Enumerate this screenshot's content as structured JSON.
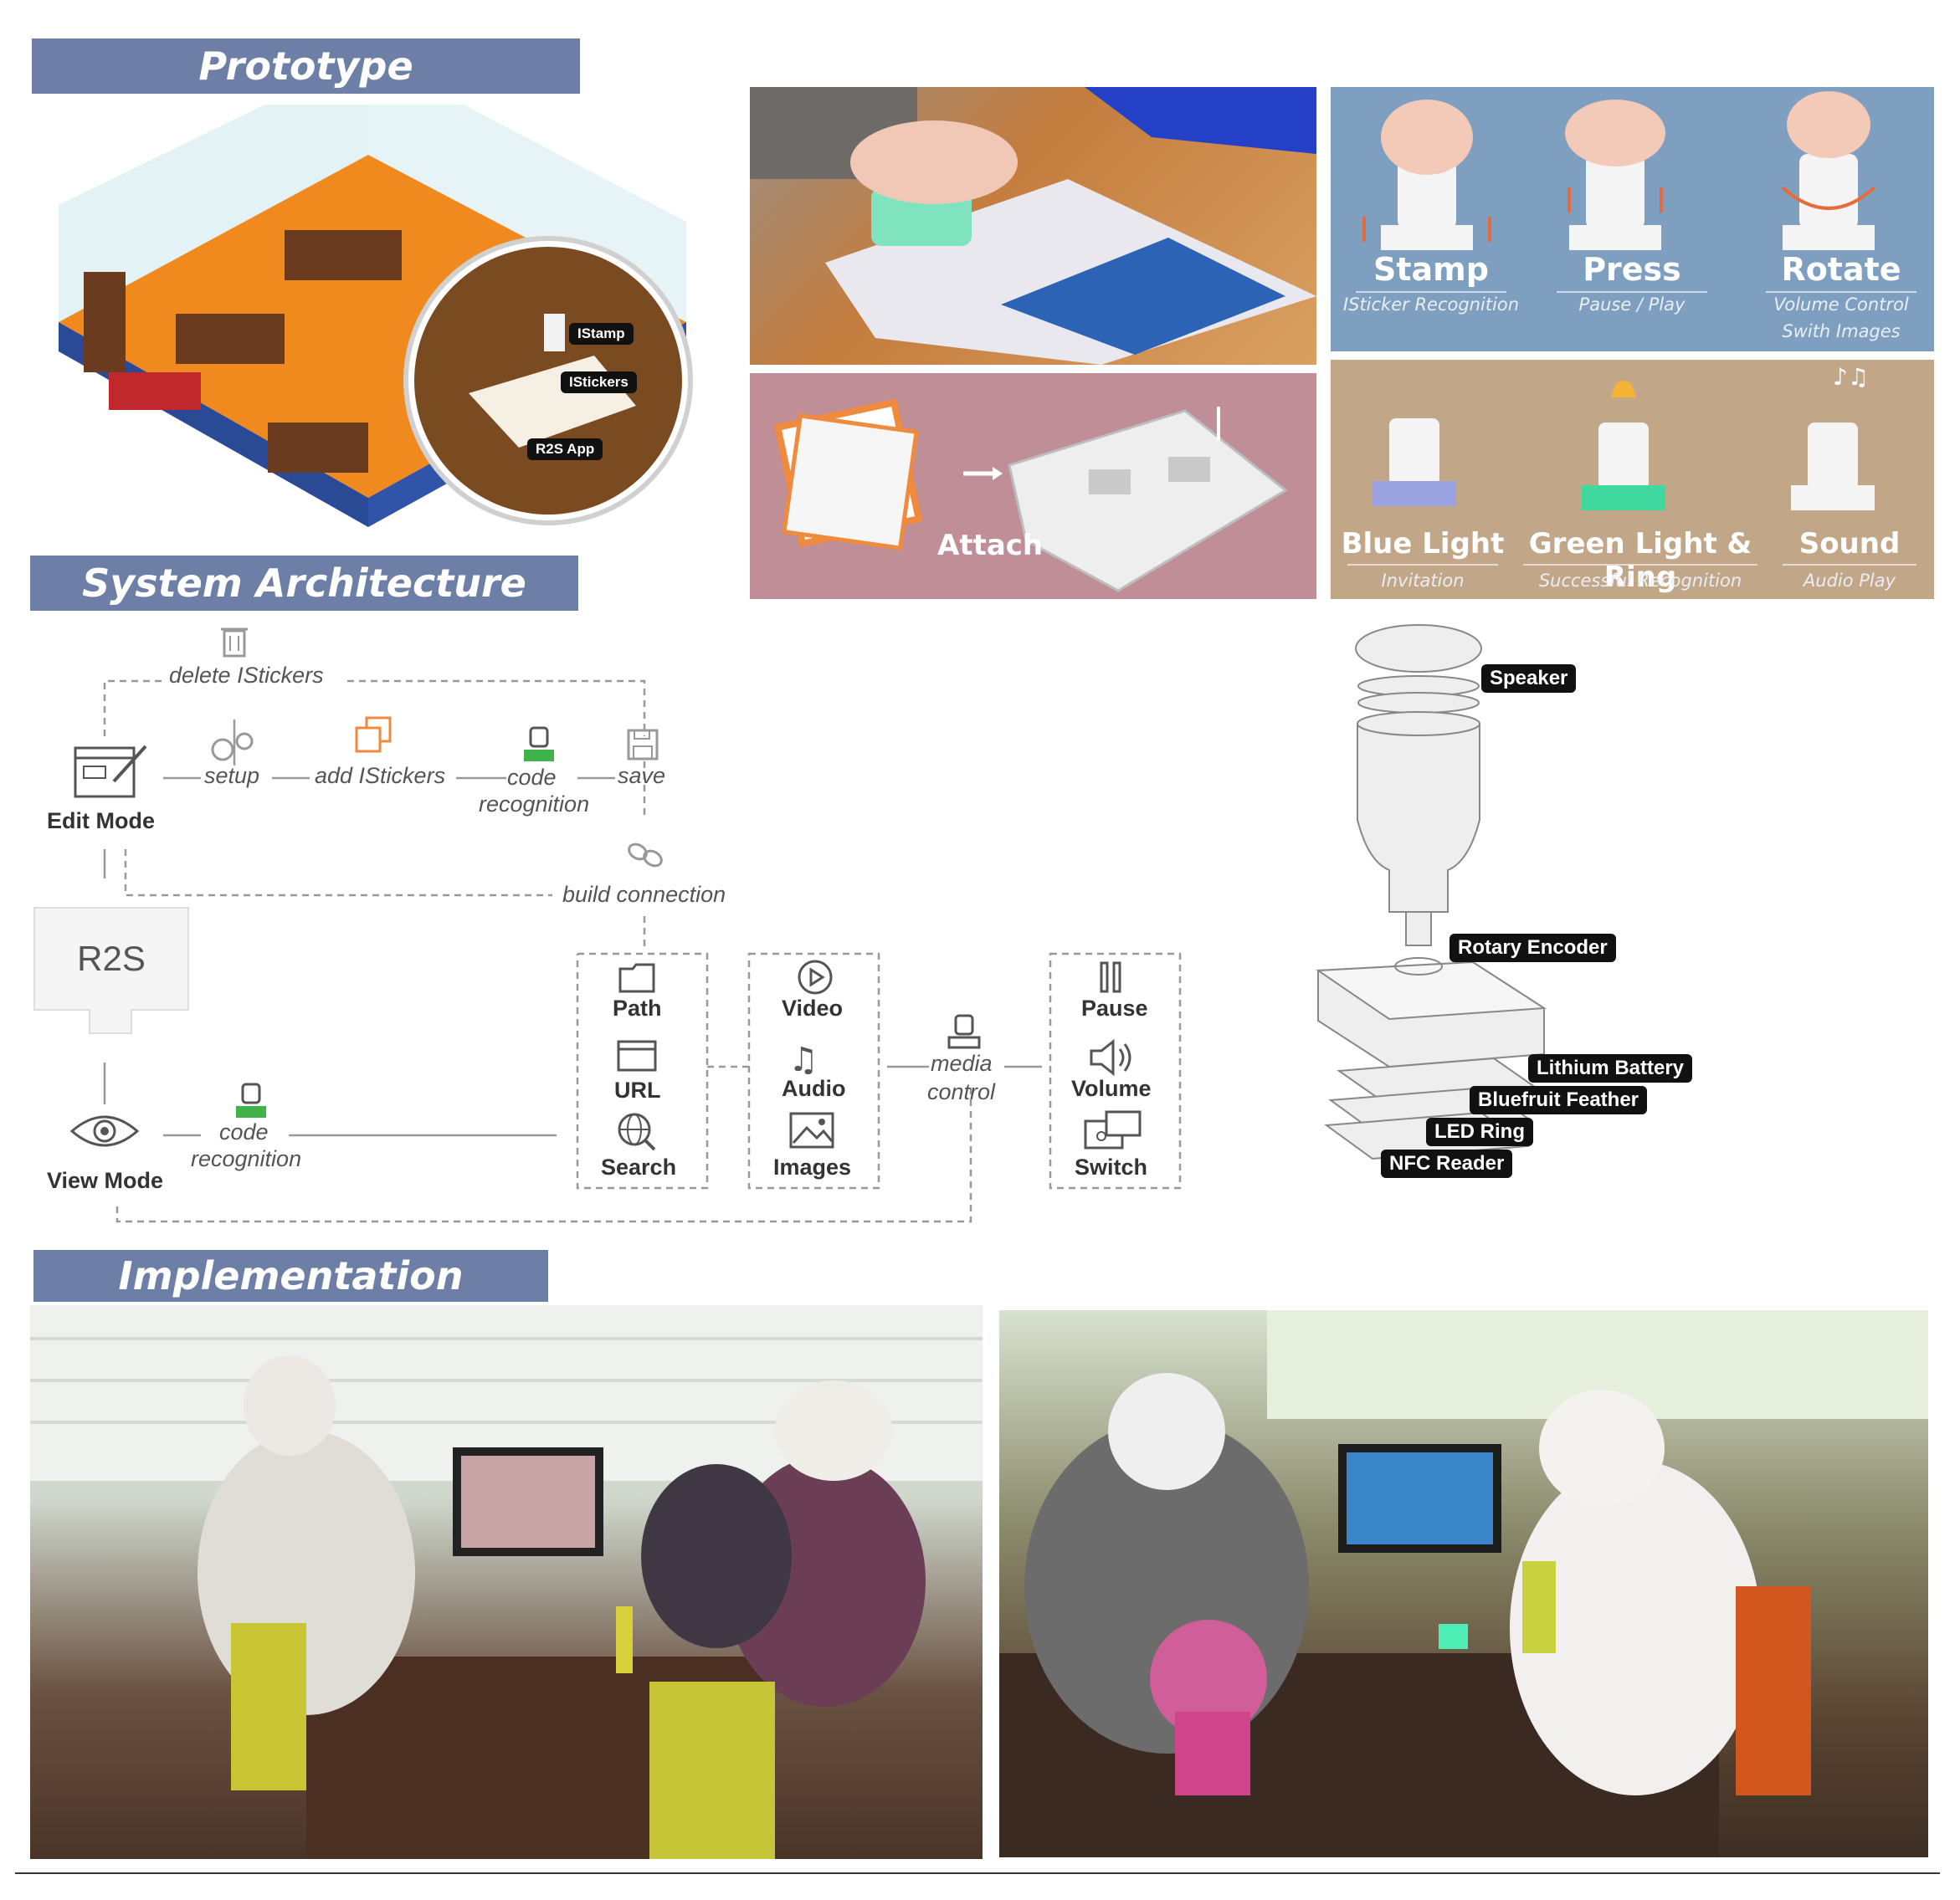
{
  "sections": {
    "prototype": "Prototype",
    "architecture": "System Architecture",
    "implementation": "Implementation"
  },
  "room_labels": {
    "istamp": "IStamp",
    "istickers": "IStickers",
    "app": "R2S App"
  },
  "gestures": [
    {
      "title": "Stamp",
      "subtitle": "ISticker Recognition"
    },
    {
      "title": "Press",
      "subtitle": "Pause / Play"
    },
    {
      "title": "Rotate",
      "subtitle": "Volume Control",
      "subtitle2": "Swith Images"
    }
  ],
  "attach_label": "Attach",
  "feedback": [
    {
      "title": "Blue Light",
      "subtitle": "Invitation"
    },
    {
      "title": "Green Light & Ring",
      "subtitle": "Successful Recognition"
    },
    {
      "title": "Sound",
      "subtitle": "Audio Play"
    }
  ],
  "architecture": {
    "delete": "delete IStickers",
    "edit_mode": "Edit Mode",
    "setup": "setup",
    "add": "add IStickers",
    "code1": "code",
    "recognition1": "recognition",
    "save": "save",
    "build": "build connection",
    "device": "R2S",
    "view_mode": "View Mode",
    "code2": "code",
    "recognition2": "recognition",
    "path": "Path",
    "url": "URL",
    "search": "Search",
    "video": "Video",
    "audio": "Audio",
    "images": "Images",
    "media": "media",
    "control": "control",
    "pause": "Pause",
    "volume": "Volume",
    "switch": "Switch"
  },
  "hardware": {
    "speaker": "Speaker",
    "encoder": "Rotary Encoder",
    "battery": "Lithium Battery",
    "feather": "Bluefruit Feather",
    "led": "LED Ring",
    "nfc": "NFC Reader"
  },
  "colors": {
    "banner": "#6d7fa6",
    "gesture_bg": "#7f9fc0",
    "attach_bg": "#c08e96",
    "feedback_bg": "#c1a688",
    "accent_orange": "#f08a3c",
    "accent_green": "#3fb24a"
  }
}
